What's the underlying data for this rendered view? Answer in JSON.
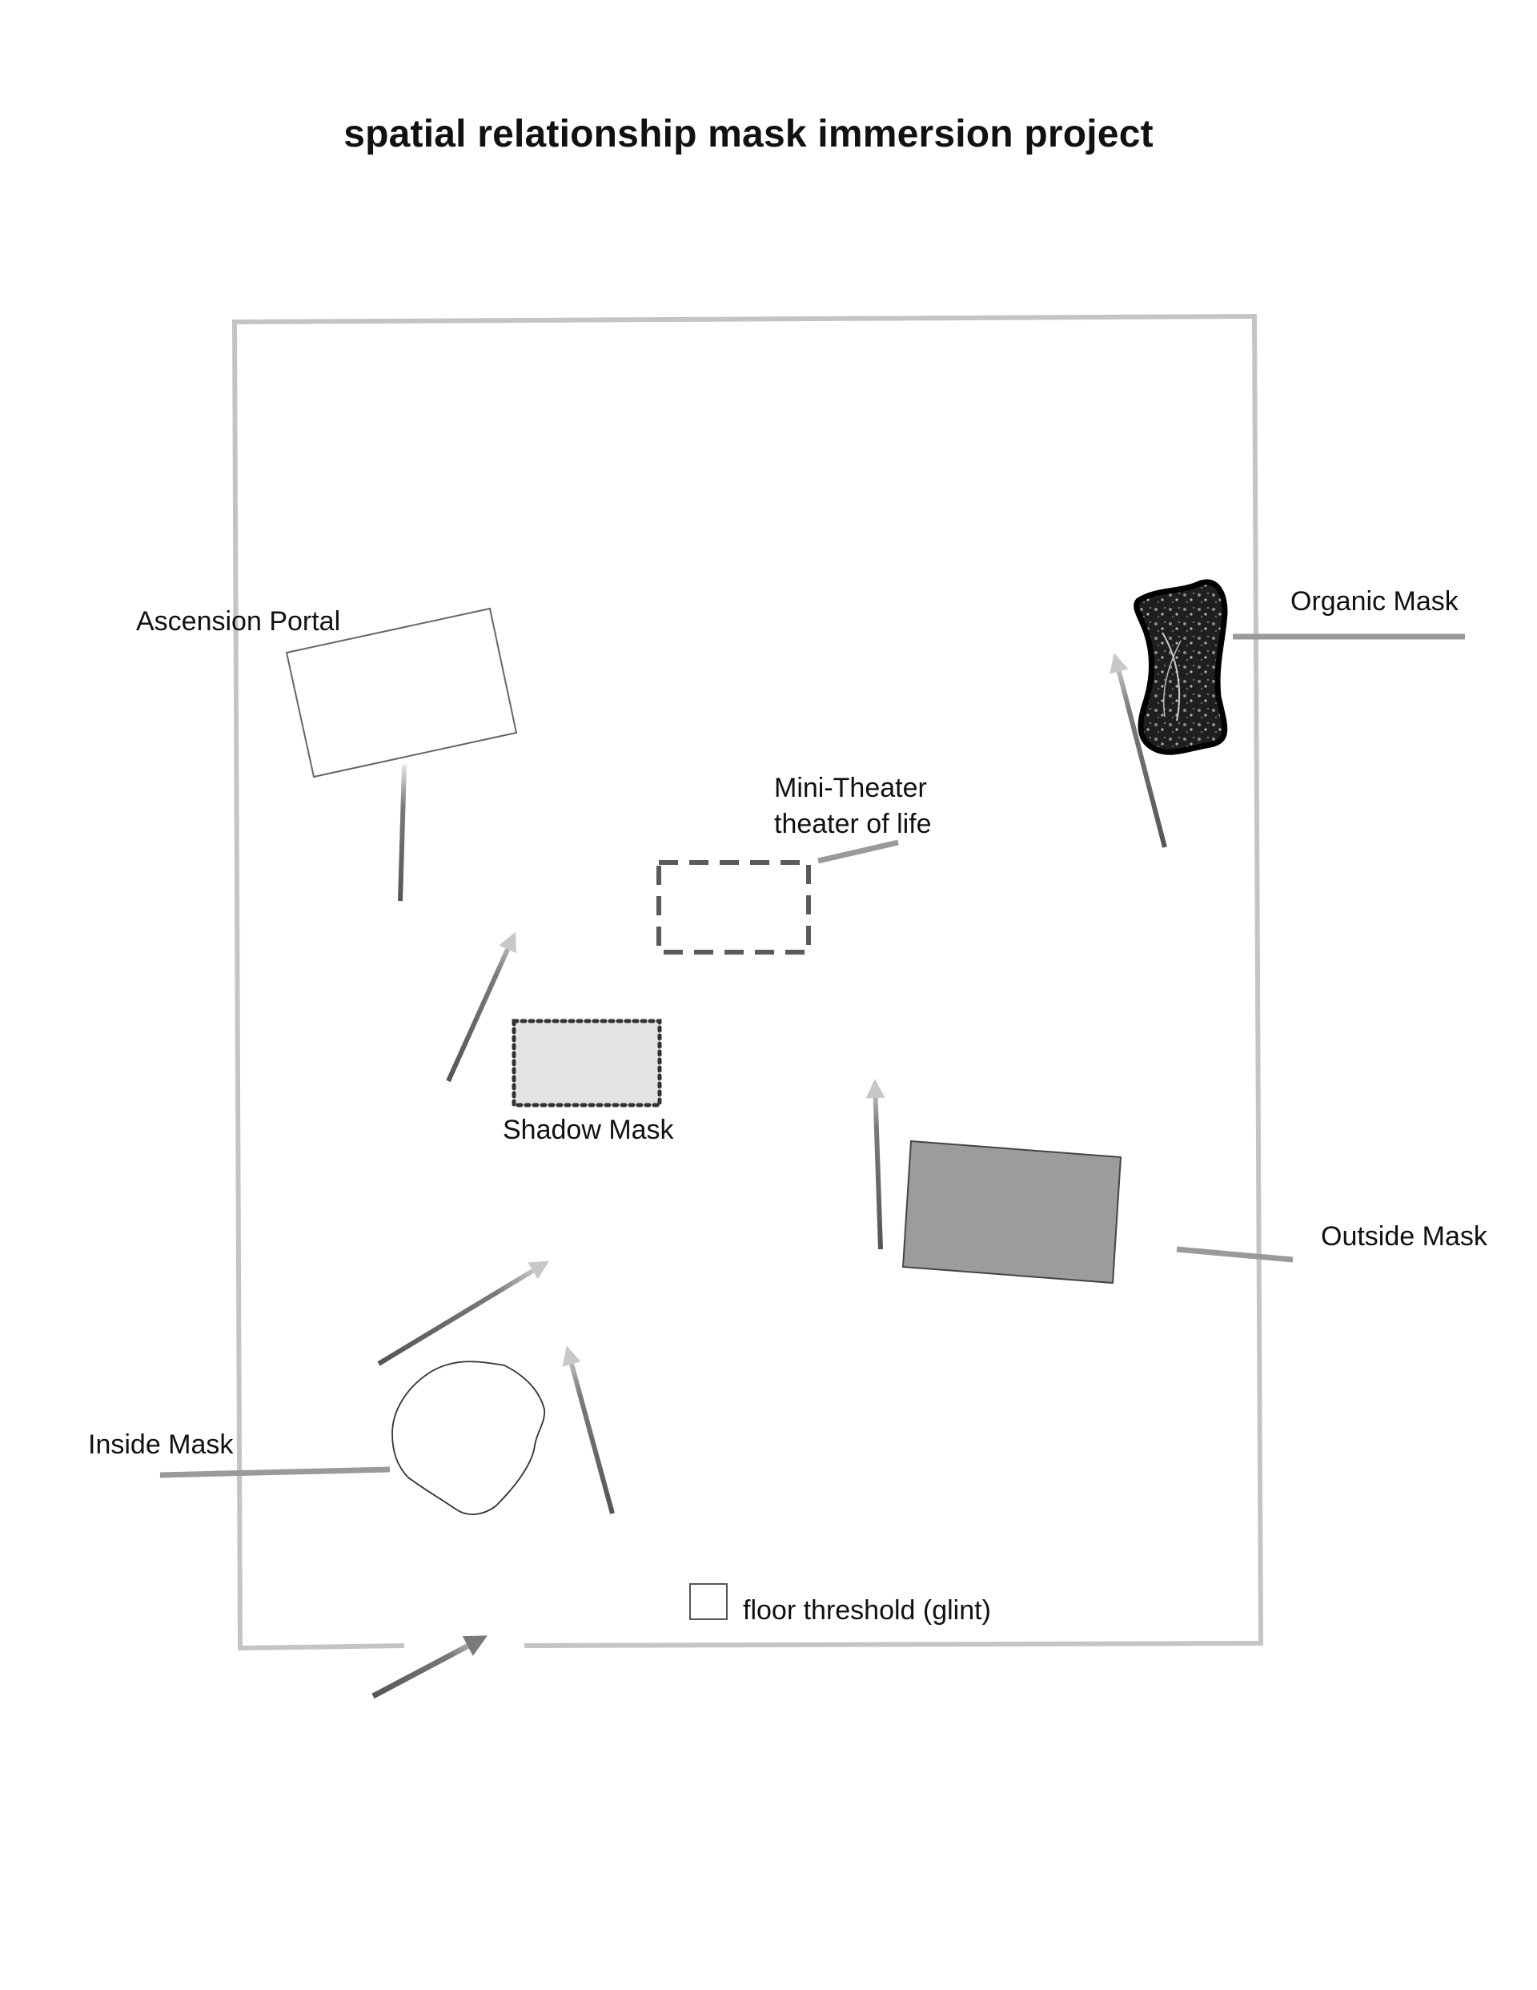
{
  "title": "spatial relationship mask immersion project",
  "labels": {
    "ascension_portal": "Ascension Portal",
    "organic_mask": "Organic Mask",
    "mini_theater_line1": "Mini-Theater",
    "mini_theater_line2": "theater of life",
    "shadow_mask": "Shadow Mask",
    "outside_mask": "Outside Mask",
    "inside_mask": "Inside Mask",
    "floor_threshold": "floor threshold (glint)"
  },
  "colors": {
    "room_outline": "#c4c4c4",
    "leader_line": "#9a9a9a",
    "arrow_dark": "#555555",
    "arrow_light": "#cfcfcf",
    "mini_theater_dash": "#5a5a5a",
    "shadow_mask_fill": "#e3e3e3",
    "outside_mask_fill": "#9c9c9c",
    "organic_mask_fill": "#222222"
  }
}
